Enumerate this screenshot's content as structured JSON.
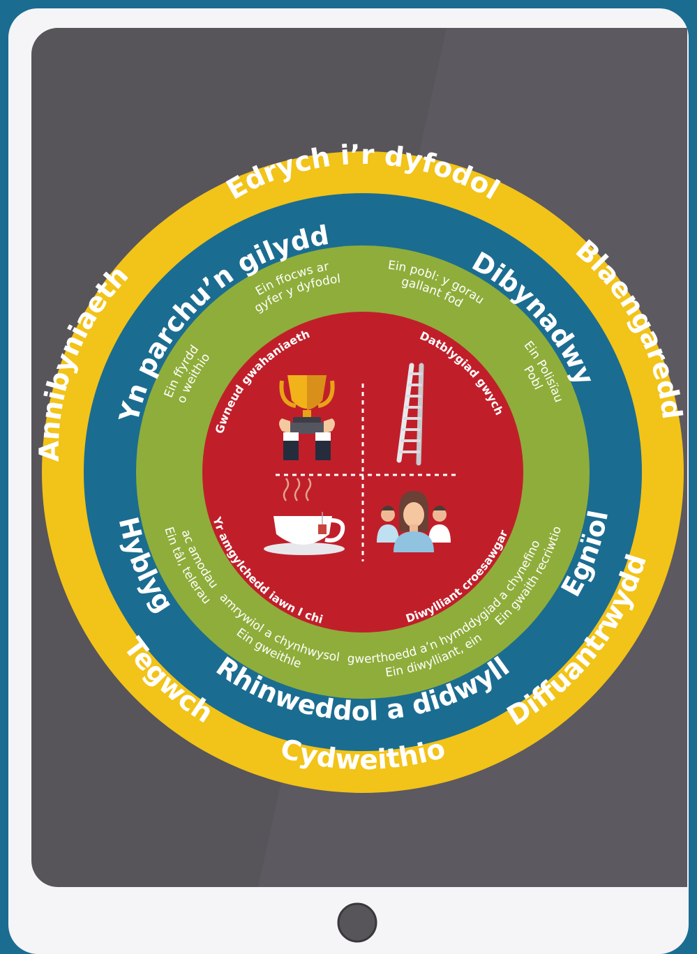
{
  "colors": {
    "background": "#1b6c91",
    "tablet_frame": "#f5f4f7",
    "screen": "#57545a",
    "yellow_ring": "#f2c318",
    "blue_ring": "#1b6c91",
    "green_ring": "#8fad3b",
    "red_core": "#c01f2a"
  },
  "outer_ring": {
    "top": "Edrych i’r dyfodol",
    "upper_right": "Blaengaredd",
    "lower_right": "Diffuantrwydd",
    "bottom": "Cydweithio",
    "lower_left": "Tegwch",
    "upper_left": "Annibyniaeth"
  },
  "middle_ring": {
    "upper_left": "Yn parchu’n gilydd",
    "upper_right": "Dibynadwy",
    "right": "Egnïol",
    "bottom": "Rhinweddol a didwyll",
    "left": "Hyblyg"
  },
  "inner_ring": {
    "focus_l1": "Ein ffocws ar",
    "focus_l2": "gyfer y dyfodol",
    "people_l1": "Ein pobl: y gorau",
    "people_l2": "gallant fod",
    "policies_l1": "Ein Polisïau",
    "policies_l2": "Pobl",
    "recruit_l1": "Ein gwaith recriwtio",
    "recruit_l2": "a chynefino",
    "culture_l1": "Ein diwylliant, ein",
    "culture_l2": "gwerthoedd a’n hymddygiad",
    "workplace_l1": "Ein gweithle",
    "workplace_l2": "amrywiol a chynhwysol",
    "pay_l1": "Ein tâl, telerau",
    "pay_l2": "ac amodau",
    "ways_l1": "Ein ffyrdd",
    "ways_l2": "o weithio"
  },
  "core": {
    "top_left": "Gwneud gwahaniaeth",
    "top_right": "Datblygiad gwych",
    "bottom_left": "Yr amgylchedd iawn I chi",
    "bottom_right": "Diwylliant croesawgar"
  },
  "icons": {
    "top_left": "trophy-icon",
    "top_right": "ladder-icon",
    "bottom_left": "teacup-icon",
    "bottom_right": "team-icon",
    "home": "home-button-icon"
  }
}
